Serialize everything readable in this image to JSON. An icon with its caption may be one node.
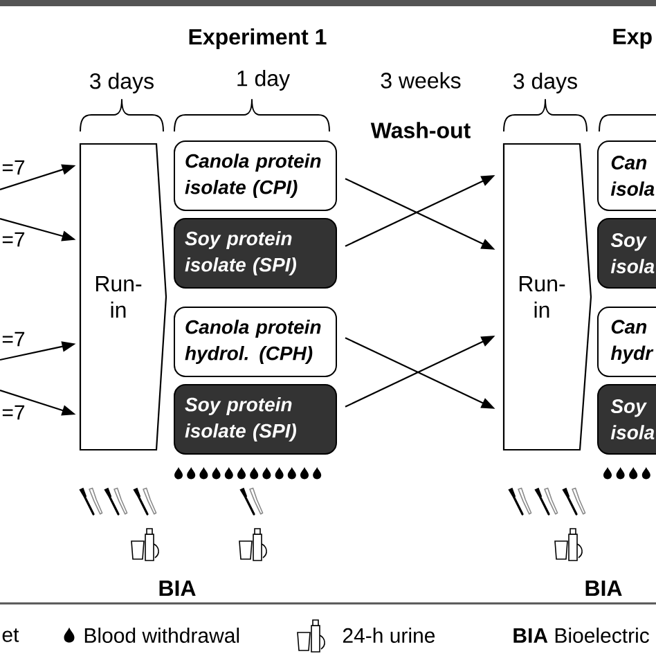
{
  "diagram": {
    "nodes": [
      {
        "text": [
          "Run- in"
        ]
      },
      {
        "text": [
          "Canola protein isolate (CPI)"
        ]
      },
      {
        "text": [
          "Soy protein isolate (SPI)"
        ]
      },
      {
        "text": [
          "Canola protein hydrol. (CPH)"
        ]
      },
      {
        "text": [
          "Soy protein isolate (SPI)"
        ]
      },
      {
        "text": [
          "Run- in"
        ]
      },
      {
        "text": [
          "Can isola"
        ]
      },
      {
        "text": [
          "Soy isola"
        ]
      },
      {
        "text": [
          "Can hydr"
        ]
      },
      {
        "text": [
          "Soy isola"
        ]
      }
    ],
    "edges": [
      {
        "from": null,
        "to": 0,
        "arrow": "to",
        "label": "=7"
      },
      {
        "from": null,
        "to": 0,
        "arrow": "to",
        "label": "=7"
      },
      {
        "from": null,
        "to": 0,
        "arrow": "to",
        "label": "=7"
      },
      {
        "from": null,
        "to": 0,
        "arrow": "to",
        "label": "=7"
      },
      {
        "from": 1,
        "to": 5,
        "arrow": "to"
      },
      {
        "from": 2,
        "to": 5,
        "arrow": "to"
      },
      {
        "from": 3,
        "to": 5,
        "arrow": "to"
      },
      {
        "from": 4,
        "to": 5,
        "arrow": "to"
      }
    ],
    "labels": [
      "Experiment 1",
      "Exp",
      "3 days",
      "1 day",
      "3 weeks",
      "3 days",
      "Wash-out",
      "BIA",
      "BIA"
    ],
    "legend": [
      {
        "text": "et"
      },
      {
        "text": "Blood withdrawal"
      },
      {
        "text": "24-h urine"
      },
      {
        "text": "**BIA** Bioelectric"
      }
    ]
  }
}
